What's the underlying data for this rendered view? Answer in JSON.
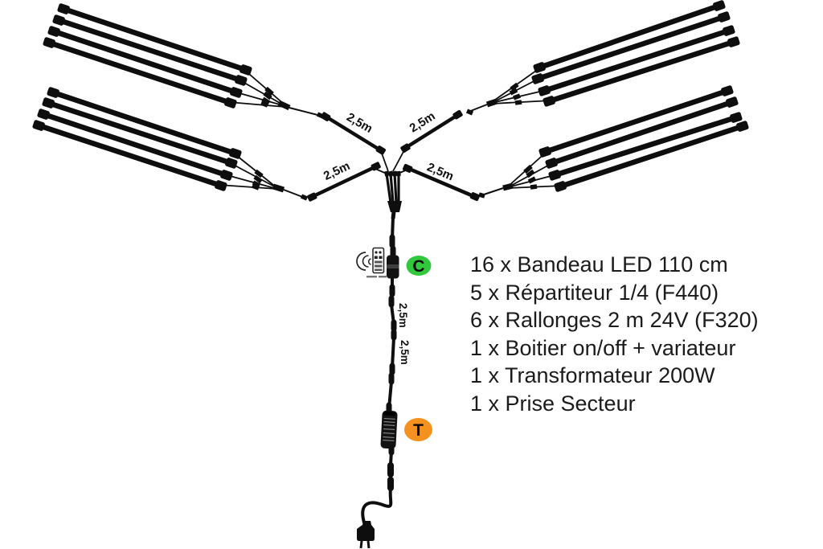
{
  "diagram": {
    "cable_length_label": "2,5m",
    "controller_badge_label": "C",
    "transformer_badge_label": "T",
    "colors": {
      "line": "#0e0e0e",
      "controller_badge": "#31c83e",
      "transformer_badge": "#f5911e",
      "background": "#ffffff"
    }
  },
  "parts_list": {
    "items": [
      "16 x Bandeau LED 110 cm",
      "5 x Répartiteur 1/4 (F440)",
      "6 x Rallonges 2 m 24V (F320)",
      "1 x Boitier on/off + variateur",
      "1 x Transformateur 200W",
      "1 x Prise Secteur"
    ]
  }
}
